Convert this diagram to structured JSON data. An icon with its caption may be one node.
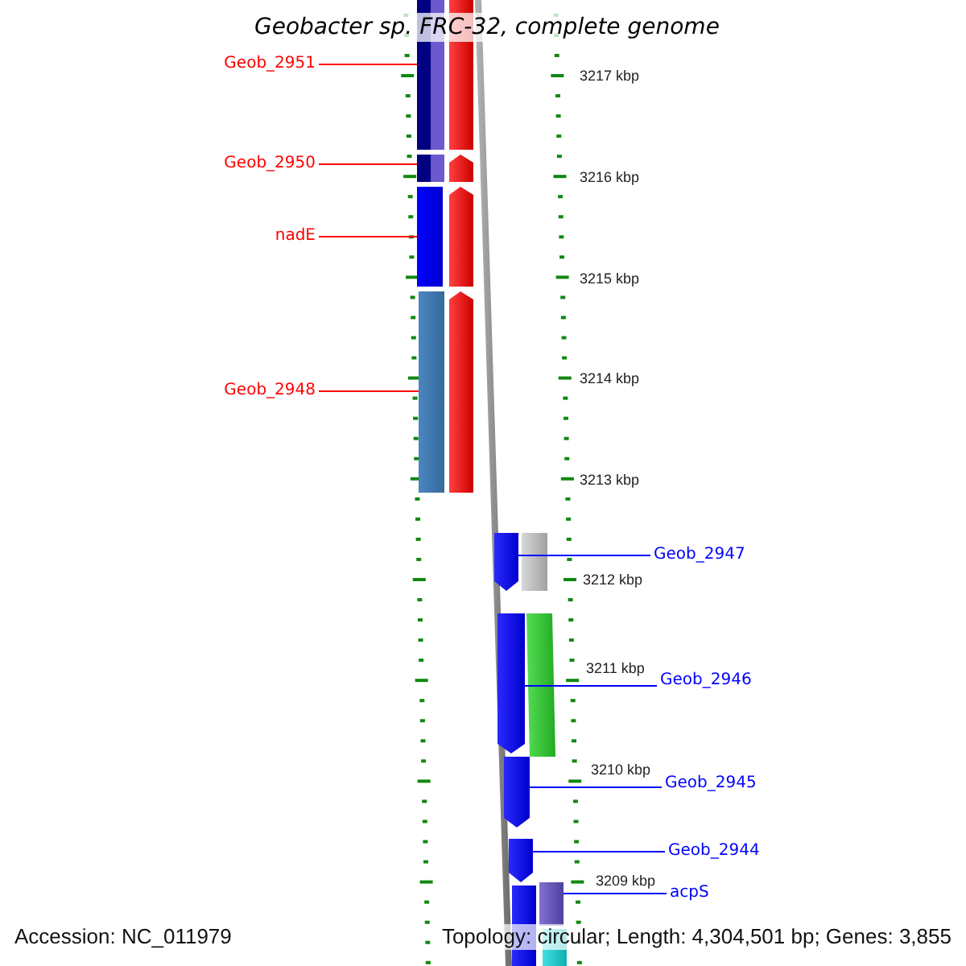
{
  "diagram": {
    "title": "Geobacter sp. FRC-32, complete genome",
    "nodes": [
      {
        "text": [
          "Geob_2951"
        ]
      },
      {
        "text": [],
        "shape": "bar"
      },
      {
        "text": [
          "Geob_2950"
        ]
      },
      {
        "text": [],
        "shape": "bar"
      },
      {
        "text": [
          "nadE"
        ]
      },
      {
        "text": [],
        "shape": "bar"
      },
      {
        "text": [
          "Geob_2948"
        ]
      },
      {
        "text": [],
        "shape": "bar"
      },
      {
        "text": [
          "Geob_2947"
        ]
      },
      {
        "text": [],
        "shape": "bar"
      },
      {
        "text": [
          "Geob_2946"
        ]
      },
      {
        "text": [],
        "shape": "bar"
      },
      {
        "text": [
          "Geob_2945"
        ]
      },
      {
        "text": [],
        "shape": "bar"
      },
      {
        "text": [
          "Geob_2944"
        ]
      },
      {
        "text": [],
        "shape": "bar"
      },
      {
        "text": [
          "acpS"
        ]
      },
      {
        "text": [],
        "shape": "bar"
      }
    ],
    "edges": [
      {
        "from": 0,
        "to": 1,
        "arrow": "none",
        "color": "#ff0000"
      },
      {
        "from": 2,
        "to": 3,
        "arrow": "none",
        "color": "#ff0000"
      },
      {
        "from": 4,
        "to": 5,
        "arrow": "none",
        "color": "#ff0000"
      },
      {
        "from": 6,
        "to": 7,
        "arrow": "none",
        "color": "#ff0000"
      },
      {
        "from": 8,
        "to": 9,
        "arrow": "none"
      },
      {
        "from": 10,
        "to": 11,
        "arrow": "none"
      },
      {
        "from": 12,
        "to": 13,
        "arrow": "none"
      },
      {
        "from": 14,
        "to": 15,
        "arrow": "none"
      },
      {
        "from": 16,
        "to": 17,
        "arrow": "none"
      }
    ],
    "labels": [
      "3217 kbp",
      "3216 kbp",
      "3215 kbp",
      "3214 kbp",
      "3213 kbp",
      "3212 kbp",
      "3211 kbp",
      "3210 kbp",
      "3209 kbp",
      "Accession: NC_011979",
      "Topology: circular; Length: 4,304,501 bp; Genes: 3,855"
    ]
  }
}
